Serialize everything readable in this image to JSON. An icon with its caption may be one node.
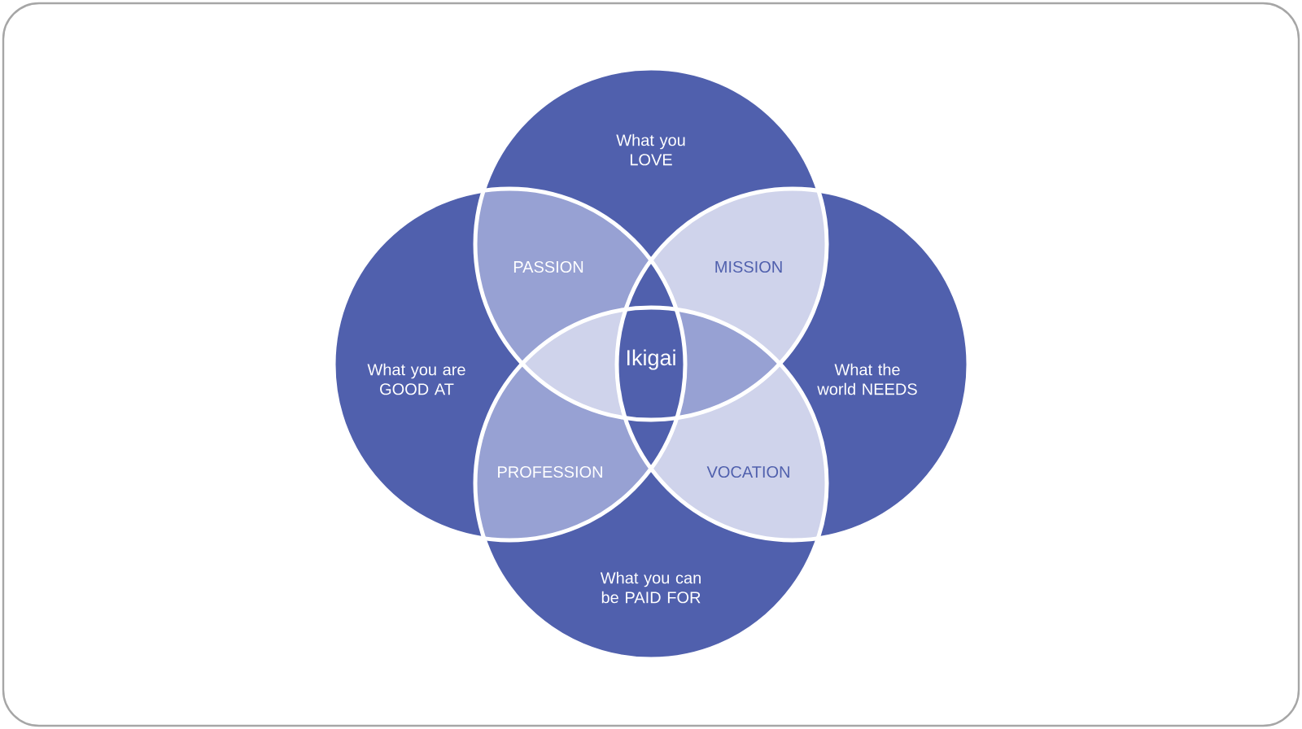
{
  "diagram": {
    "nodes": [
      {
        "text": [
          "What you LOVE"
        ]
      },
      {
        "text": [
          "PASSION"
        ]
      },
      {
        "text": [
          "MISSION"
        ]
      },
      {
        "text": [
          "What you are GOOD AT"
        ]
      },
      {
        "text": [
          "Ikigai"
        ]
      },
      {
        "text": [
          "What the world NEEDS"
        ]
      },
      {
        "text": [
          "PROFESSION"
        ]
      },
      {
        "text": [
          "VOCATION"
        ]
      },
      {
        "text": [
          "What you can be PAID FOR"
        ]
      }
    ]
  }
}
